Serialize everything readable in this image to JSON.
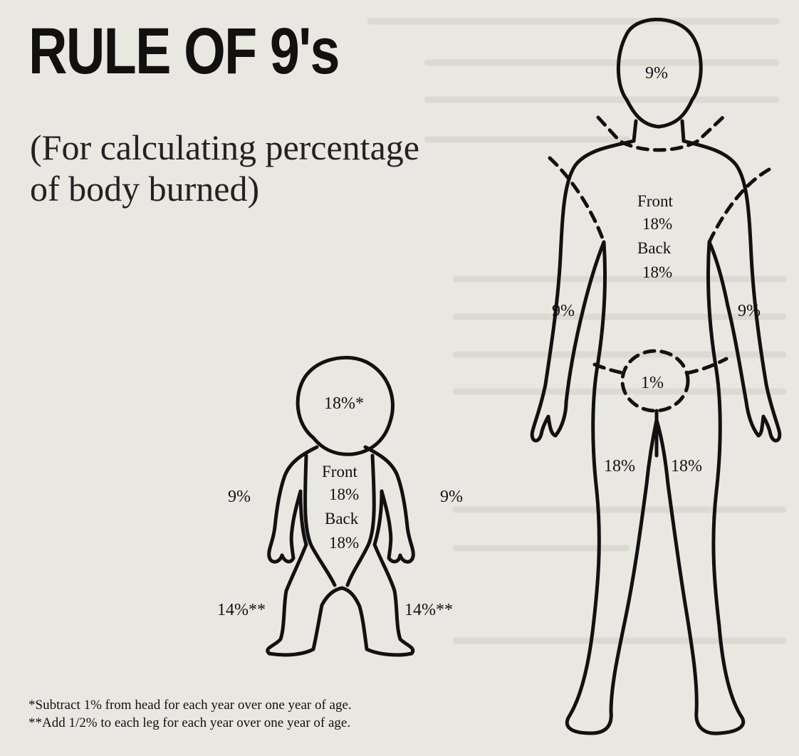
{
  "title": "RULE OF 9's",
  "subtitle": [
    "(For calculating percentage",
    "of body burned)"
  ],
  "adult": {
    "head": "9%",
    "torso": [
      "Front",
      "18%",
      "Back",
      "18%"
    ],
    "left_arm": "9%",
    "right_arm": "9%",
    "groin": "1%",
    "left_leg": "18%",
    "right_leg": "18%"
  },
  "child": {
    "head": "18%*",
    "torso": [
      "Front",
      "18%",
      "Back",
      "18%"
    ],
    "left_arm": "9%",
    "right_arm": "9%",
    "left_leg": "14%**",
    "right_leg": "14%**"
  },
  "footnotes": [
    "*Subtract 1% from head for each year over one year of age.",
    "**Add 1/2% to each leg for each year over one year of age."
  ]
}
